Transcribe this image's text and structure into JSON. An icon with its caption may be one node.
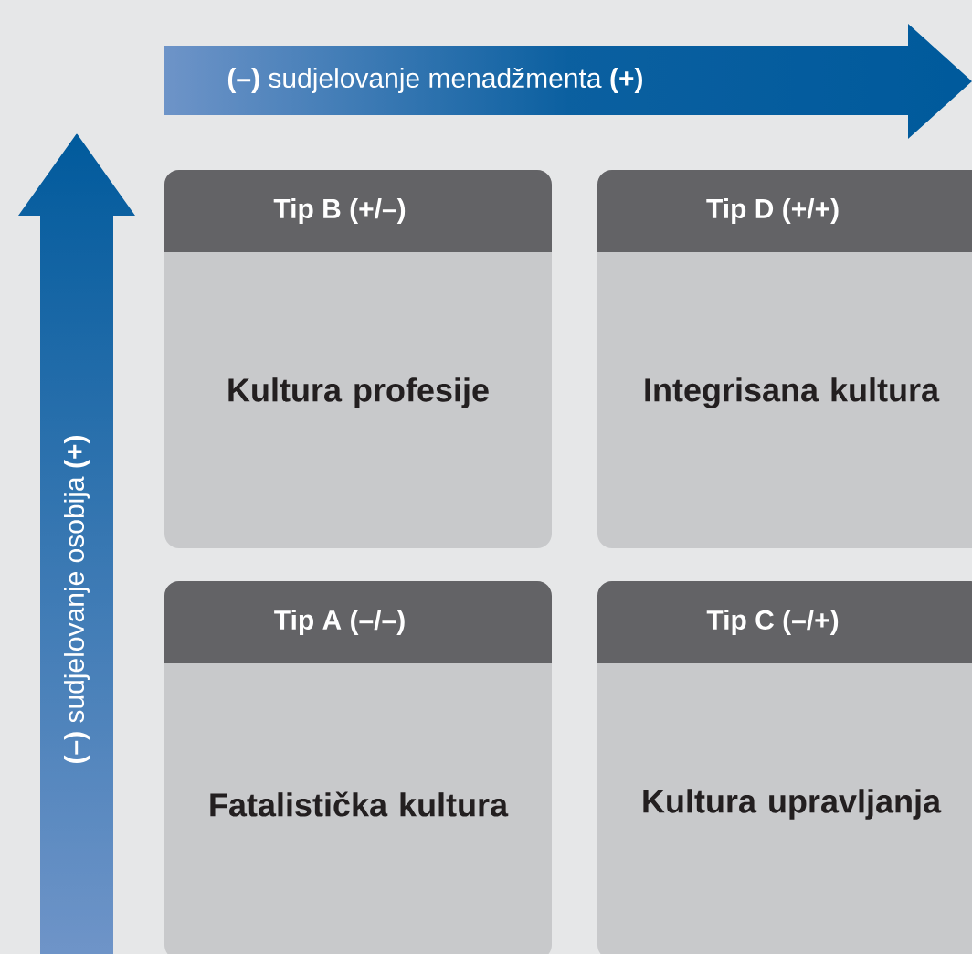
{
  "diagram": {
    "nodes": [
      {
        "text": [
          "**(–)** sudjelovanje menadžmenta **(+)**"
        ]
      },
      {
        "text": [
          "**(–)** sudjelovanje osobija **(+)**"
        ]
      },
      {
        "text": [
          "Tip B (+/–)",
          "Kultura profesije"
        ]
      },
      {
        "text": [
          "Tip D (+/+)",
          "Integrisana kultura"
        ]
      },
      {
        "text": [
          "Tip A (–/–)",
          "Fatalistička kultura"
        ]
      },
      {
        "text": [
          "Tip C (–/+)",
          "Kultura upravljanja"
        ]
      }
    ]
  }
}
